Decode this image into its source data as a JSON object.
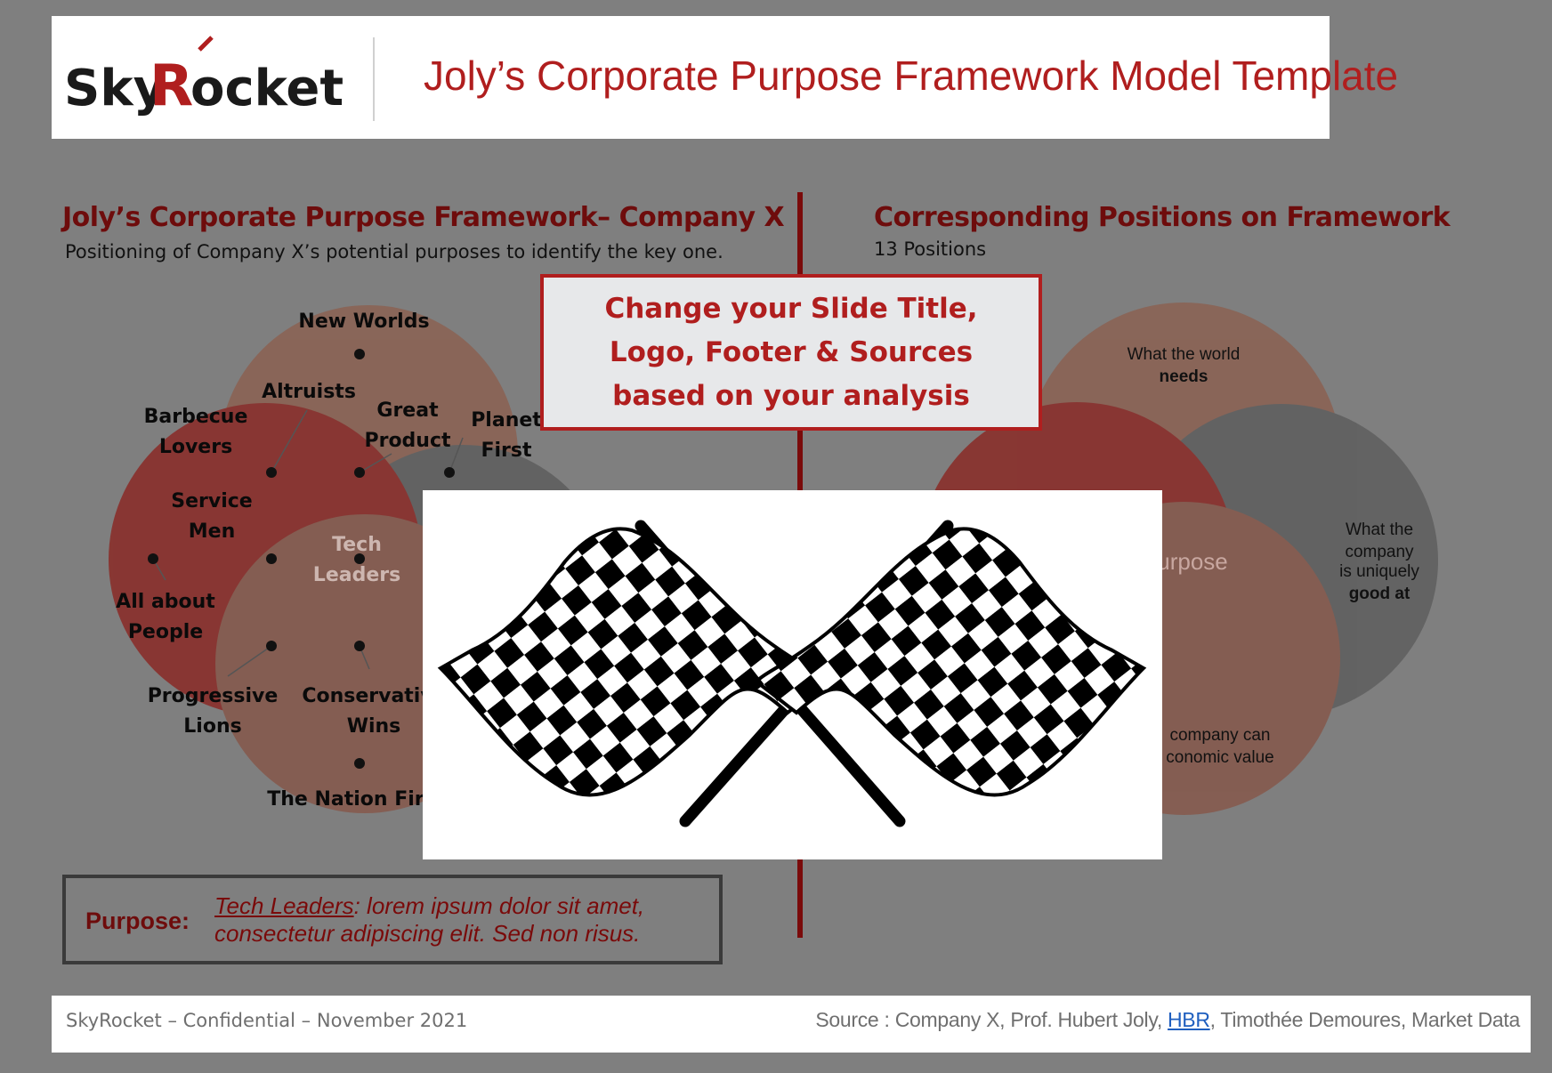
{
  "header": {
    "logo_text": "SkyRocket",
    "title": "Joly’s Corporate Purpose Framework Model Template"
  },
  "left_section": {
    "title": "Joly’s Corporate Purpose Framework– Company X",
    "subtitle": "Positioning of Company X’s potential purposes to identify the key one.",
    "positions": [
      {
        "label_lines": [
          "New Worlds"
        ]
      },
      {
        "label_lines": [
          "Altruists"
        ]
      },
      {
        "label_lines": [
          "Barbecue",
          "Lovers"
        ]
      },
      {
        "label_lines": [
          "Great",
          "Product"
        ]
      },
      {
        "label_lines": [
          "Planet",
          "First"
        ]
      },
      {
        "label_lines": [
          "Service",
          "Men"
        ]
      },
      {
        "label_lines": [
          "Tech",
          "Leaders"
        ]
      },
      {
        "label_lines": [
          "All about",
          "People"
        ]
      },
      {
        "label_lines": [
          "Progressive",
          "Lions"
        ]
      },
      {
        "label_lines": [
          "Conservativ",
          "Wins"
        ]
      },
      {
        "label_lines": [
          "The Nation Firs"
        ]
      }
    ]
  },
  "right_section": {
    "title": "Corresponding Positions on Framework",
    "subtitle": "13 Positions",
    "labels": {
      "world_needs": [
        "What the world",
        "needs"
      ],
      "uniquely_good": [
        "What the",
        "company",
        "is uniquely",
        "good at"
      ],
      "economic_value": [
        "company can",
        "conomic value"
      ],
      "center": "urpose"
    }
  },
  "callout": {
    "text": "Change your Slide Title, Logo, Footer & Sources based on your analysis"
  },
  "purpose_box": {
    "label": "Purpose:",
    "link_text": "Tech Leaders",
    "text": ": lorem ipsum dolor sit amet, consectetur adipiscing elit. Sed non risus."
  },
  "footer": {
    "left": "SkyRocket – Confidential – November 2021",
    "source_prefix": "Source : Company X, Prof. Hubert Joly, ",
    "source_link": "HBR",
    "source_suffix": ", Timothée Demoures, Market Data"
  },
  "colors": {
    "background": "#7f7f7f",
    "accent_red": "#b01e1e",
    "dark_red": "#6e0c0c",
    "circle_brown": "#8b6152",
    "circle_red": "#8a2a26",
    "circle_gray": "#606060"
  },
  "icons": {
    "flags": "checkered-flags-icon"
  }
}
